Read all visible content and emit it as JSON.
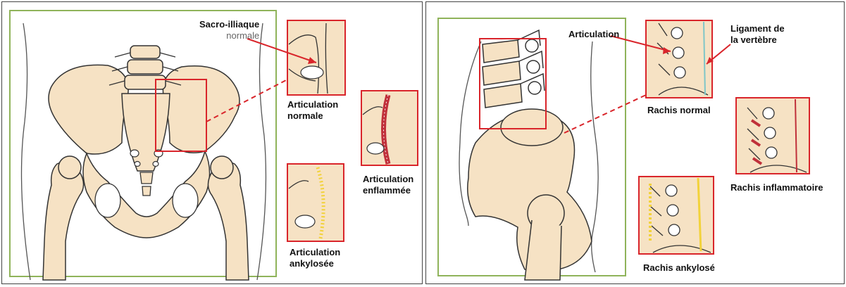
{
  "left_panel": {
    "labels": {
      "sacro_line1": "Sacro-illiaque",
      "sacro_line2": "normale",
      "normal_line1": "Articulation",
      "normal_line2": "normale",
      "inflamed_line1": "Articulation",
      "inflamed_line2": "enflammée",
      "ankylosed_line1": "Articulation",
      "ankylosed_line2": "ankylosée"
    }
  },
  "right_panel": {
    "labels": {
      "articulation": "Articulation",
      "ligament_line1": "Ligament de",
      "ligament_line2": "la vertèbre",
      "rachis_normal": "Rachis normal",
      "rachis_inflammatoire": "Rachis inflammatoire",
      "rachis_ankylose": "Rachis ankylosé"
    }
  },
  "colors": {
    "bone": "#f6e2c4",
    "outline": "#333333",
    "highlight_box": "#d9252b",
    "frame": "#8fb35a",
    "inflammation": "#c0303a",
    "ankylosis": "#f2d23a",
    "ligament": "#7fc6c8"
  }
}
